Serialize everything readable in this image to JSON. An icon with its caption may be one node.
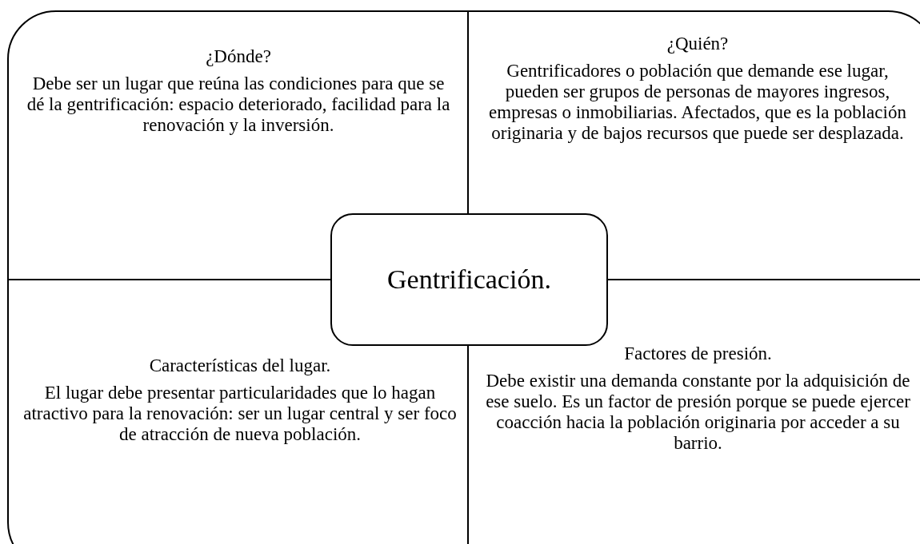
{
  "diagram": {
    "nodes": [
      {
        "text": [
          "¿Dónde?",
          "Debe ser un lugar que reúna las condiciones para que se dé la gentrificación: espacio deteriorado, facilidad para la renovación y la inversión."
        ]
      },
      {
        "text": [
          "¿Quién?",
          "Gentrificadores o población que demande ese lugar, pueden ser grupos de personas de mayores ingresos, empresas o inmobiliarias. Afectados, que es la población originaria y de bajos recursos que puede ser desplazada."
        ]
      },
      {
        "text": [
          "Gentrificación."
        ]
      },
      {
        "text": [
          "Características del lugar.",
          "El lugar debe presentar particularidades que lo hagan atractivo para la renovación: ser un lugar central y ser foco de atracción de nueva población."
        ]
      },
      {
        "text": [
          "Factores de presión.",
          "Debe existir una demanda constante por la adquisición de ese suelo. Es un factor de presión porque se puede ejercer coacción hacia la población originaria por acceder a su barrio."
        ]
      }
    ]
  }
}
